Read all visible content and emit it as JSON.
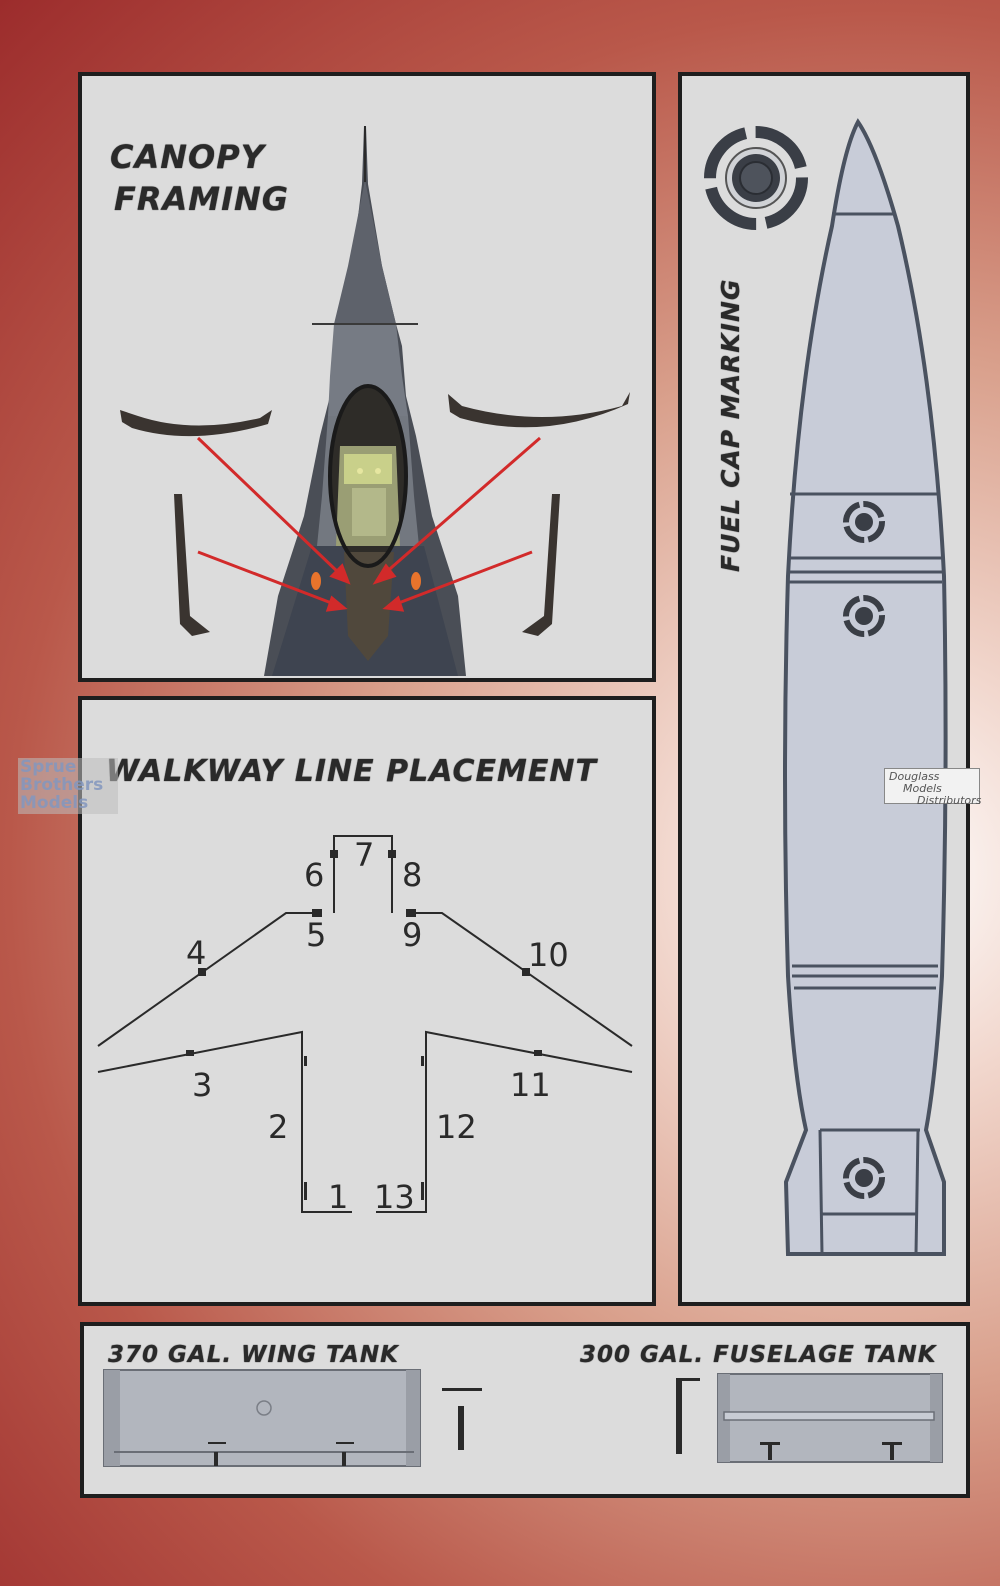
{
  "panels": {
    "canopy": {
      "title_line1": "CANOPY",
      "title_line2": "FRAMING"
    },
    "walkway": {
      "title": "WALKWAY LINE PLACEMENT",
      "labels": [
        "1",
        "2",
        "3",
        "4",
        "5",
        "6",
        "7",
        "8",
        "9",
        "10",
        "11",
        "12",
        "13"
      ]
    },
    "fuel_tank": {
      "title": "FUEL CAP MARKING"
    },
    "wing_tank": {
      "title": "370 GAL. WING TANK"
    },
    "fuselage_tank": {
      "title": "300 GAL. FUSELAGE TANK"
    }
  },
  "watermarks": {
    "sprue_brothers": [
      "Sprue",
      "Brothers",
      "Models"
    ],
    "douglass": [
      "Douglass",
      "Models",
      "Distributors"
    ]
  },
  "colors": {
    "panel_bg": "#dcdcdc",
    "border": "#1e1e1e",
    "arrow_red": "#d22a2a",
    "tank_fill": "#c8ccd8",
    "tank_outline": "#4a5260",
    "aircraft_grey": "#5c6068",
    "frame_dark": "#3a3430"
  }
}
